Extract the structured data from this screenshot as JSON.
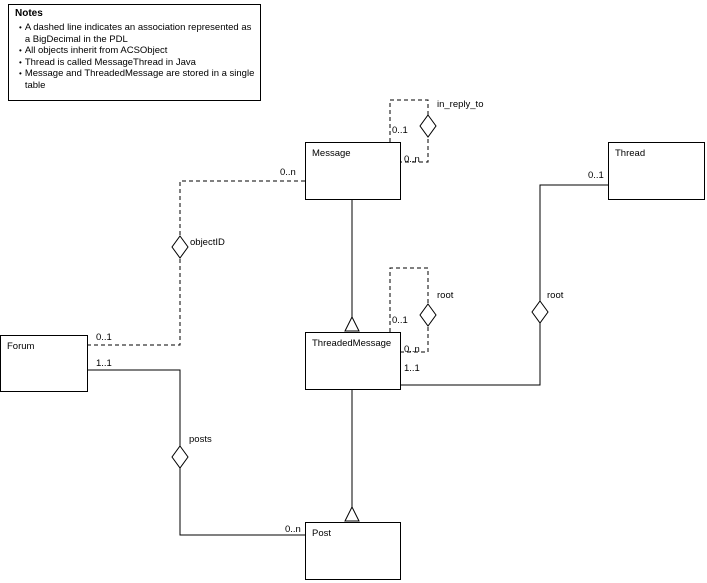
{
  "notes": {
    "title": "Notes",
    "items": [
      "A dashed line indicates an association represented as a BigDecimal in the PDL",
      "All objects inherit from ACSObject",
      "Thread is called MessageThread in Java",
      "Message and ThreadedMessage are stored in a single table"
    ]
  },
  "classes": {
    "message": "Message",
    "thread": "Thread",
    "threaded_message": "ThreadedMessage",
    "forum": "Forum",
    "post": "Post"
  },
  "associations": {
    "in_reply_to": {
      "label": "in_reply_to",
      "m1": "0..1",
      "m2": "0..n"
    },
    "threaded_root": {
      "label": "root",
      "m1": "0..1",
      "m2": "0..n"
    },
    "object_id": {
      "label": "objectID",
      "m_message": "0..n",
      "m_forum": "0..1"
    },
    "posts": {
      "label": "posts",
      "m_forum": "1..1",
      "m_post": "0..n"
    },
    "thread_root": {
      "label": "root",
      "m_thread": "0..1",
      "m_tm": "1..1"
    }
  },
  "colors": {
    "line": "#000000",
    "background": "#ffffff"
  }
}
